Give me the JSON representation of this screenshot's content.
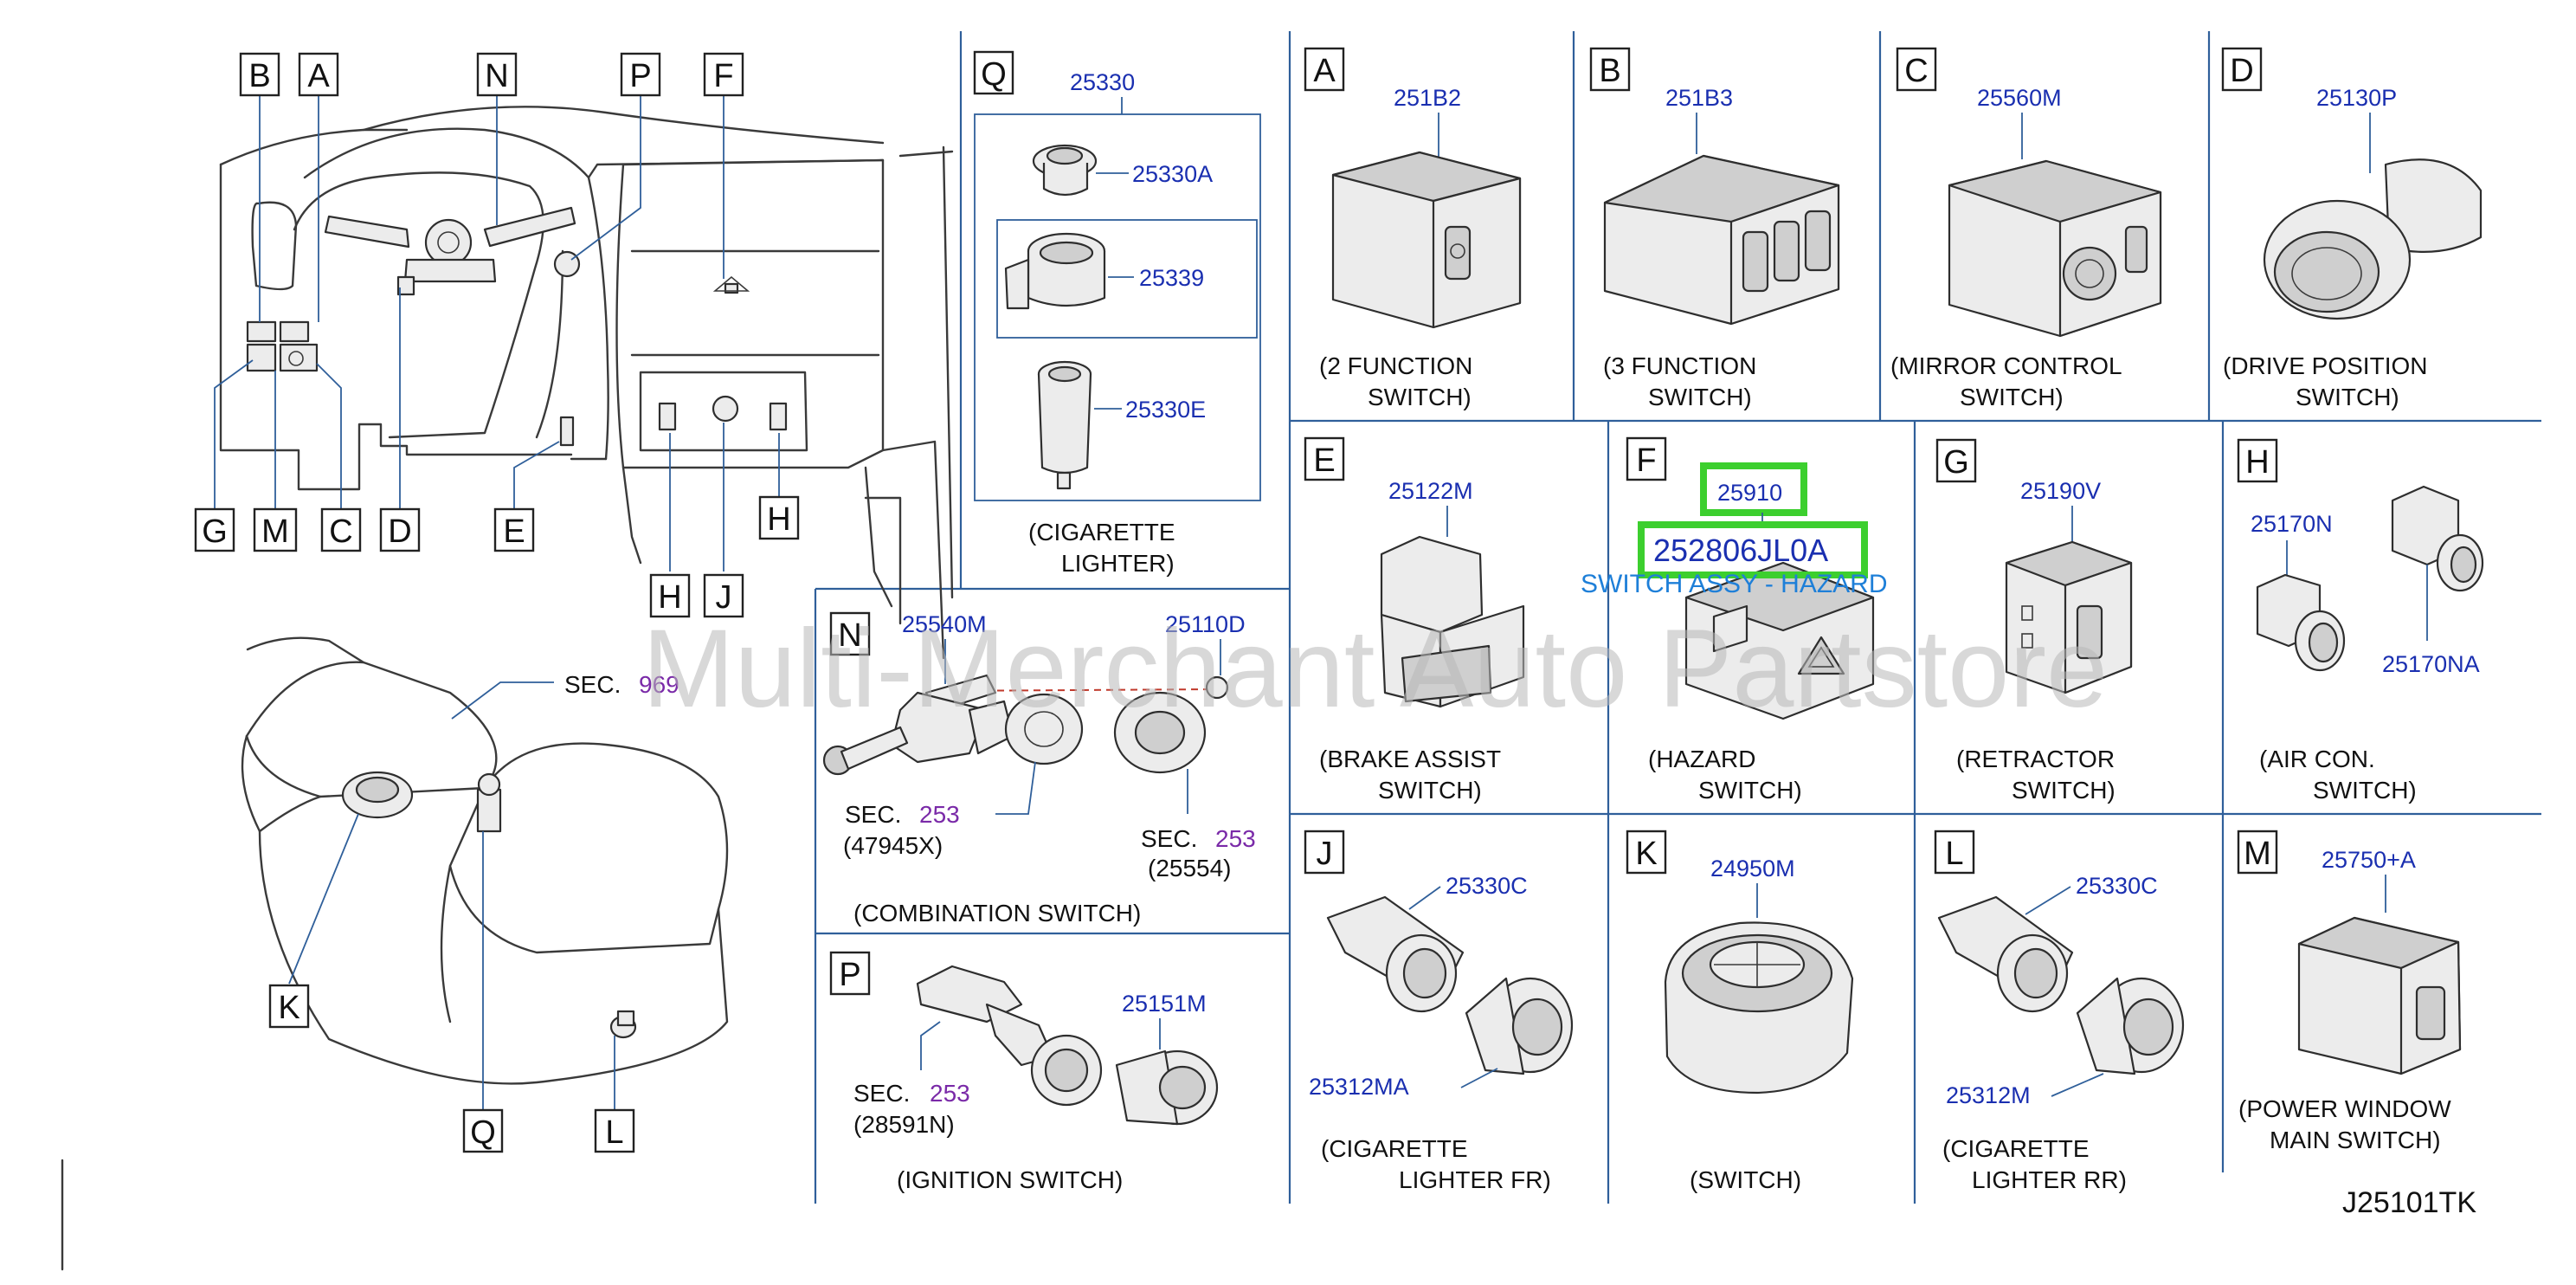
{
  "watermark": "Multi-Merchant Auto Partstore",
  "diagram_code": "J25101TK",
  "highlight": {
    "part_number": "25280-6JL0A",
    "display": "252806JL0A",
    "description": "SWITCH ASSY - HAZARD",
    "ref": "25910"
  },
  "overview_labels": [
    "B",
    "A",
    "N",
    "P",
    "F",
    "G",
    "M",
    "C",
    "D",
    "E",
    "H",
    "H",
    "J",
    "K",
    "Q",
    "L"
  ],
  "console_sec": {
    "label": "SEC.",
    "num": "969"
  },
  "panels": {
    "Q": {
      "letter": "Q",
      "ref": "25330",
      "parts": [
        "25330A",
        "25339",
        "25330E"
      ],
      "caption1": "(CIGARETTE",
      "caption2": "LIGHTER)"
    },
    "A": {
      "letter": "A",
      "part": "251B2",
      "caption1": "(2   FUNCTION",
      "caption2": "SWITCH)"
    },
    "B": {
      "letter": "B",
      "part": "251B3",
      "caption1": "(3   FUNCTION",
      "caption2": "SWITCH)"
    },
    "C": {
      "letter": "C",
      "part": "25560M",
      "caption1": "(MIRROR   CONTROL",
      "caption2": "SWITCH)"
    },
    "D": {
      "letter": "D",
      "part": "25130P",
      "caption1": "(DRIVE   POSITION",
      "caption2": "SWITCH)"
    },
    "E": {
      "letter": "E",
      "part": "25122M",
      "caption1": "(BRAKE   ASSIST",
      "caption2": "SWITCH)"
    },
    "F": {
      "letter": "F",
      "caption1": "(HAZARD",
      "caption2": "SWITCH)"
    },
    "G": {
      "letter": "G",
      "part": "25190V",
      "caption1": "(RETRACTOR",
      "caption2": "SWITCH)"
    },
    "H": {
      "letter": "H",
      "part1": "25170N",
      "part2": "25170NA",
      "caption1": "(AIR   CON.",
      "caption2": "SWITCH)"
    },
    "N": {
      "letter": "N",
      "part1": "25540M",
      "part2": "25110D",
      "sec": "SEC.",
      "sec_num1": "253",
      "sec_ref1": "(47945X)",
      "sec_num2": "253",
      "sec_ref2": "(25554)",
      "caption": "(COMBINATION   SWITCH)"
    },
    "P": {
      "letter": "P",
      "part": "25151M",
      "sec": "SEC.",
      "sec_num": "253",
      "sec_ref": "(28591N)",
      "caption": "(IGNITION   SWITCH)"
    },
    "J": {
      "letter": "J",
      "part1": "25330C",
      "part2": "25312MA",
      "caption1": "(CIGARETTE",
      "caption2": "LIGHTER   FR)"
    },
    "K": {
      "letter": "K",
      "part": "24950M",
      "caption": "(SWITCH)"
    },
    "L": {
      "letter": "L",
      "part1": "25330C",
      "part2": "25312M",
      "caption1": "(CIGARETTE",
      "caption2": "LIGHTER   RR)"
    },
    "M": {
      "letter": "M",
      "part": "25750+A",
      "caption1": "(POWER   WINDOW",
      "caption2": "MAIN   SWITCH)"
    }
  }
}
